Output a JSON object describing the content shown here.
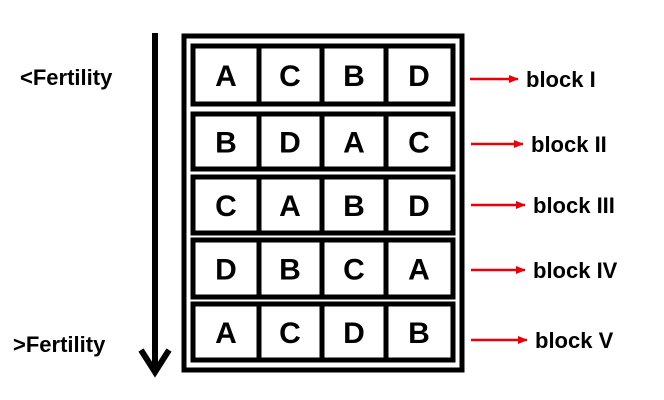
{
  "fertility": {
    "top_label": "<Fertility",
    "bottom_label": ">Fertility"
  },
  "colors": {
    "border": "#000000",
    "arrow": "#e8000b",
    "background": "#ffffff"
  },
  "blocks": [
    {
      "label": "block I",
      "cells": [
        "A",
        "C",
        "B",
        "D"
      ]
    },
    {
      "label": "block II",
      "cells": [
        "B",
        "D",
        "A",
        "C"
      ]
    },
    {
      "label": "block III",
      "cells": [
        "C",
        "A",
        "B",
        "D"
      ]
    },
    {
      "label": "block IV",
      "cells": [
        "D",
        "B",
        "C",
        "A"
      ]
    },
    {
      "label": "block V",
      "cells": [
        "A",
        "C",
        "D",
        "B"
      ]
    }
  ]
}
